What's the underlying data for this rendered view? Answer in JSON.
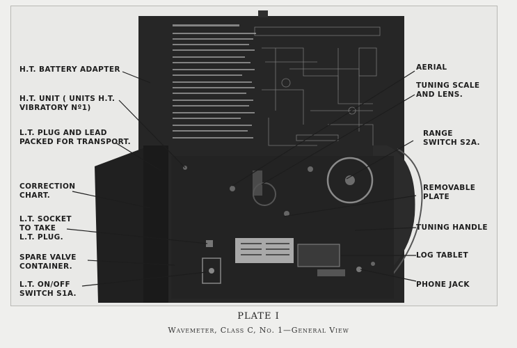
{
  "caption": {
    "plate": "PLATE I",
    "title": "Wavemeter, Class C, No. 1—General View"
  },
  "labels": {
    "ht_battery_adapter": "H.T. BATTERY ADAPTER",
    "ht_unit": [
      "H.T. UNIT ( UNITS H.T.",
      "VIBRATORY Nº1)"
    ],
    "lt_plug_lead": [
      "L.T. PLUG AND LEAD",
      "PACKED FOR TRANSPORT."
    ],
    "correction_chart": [
      "CORRECTION",
      "CHART."
    ],
    "lt_socket": [
      "L.T. SOCKET",
      "TO TAKE",
      "L.T. PLUG."
    ],
    "spare_valve": [
      "SPARE VALVE",
      "CONTAINER."
    ],
    "lt_switch": [
      "L.T. ON/OFF",
      "SWITCH S1A."
    ],
    "aerial": "AERIAL",
    "tuning_scale": [
      "TUNING SCALE",
      "AND LENS."
    ],
    "range_switch": [
      "RANGE",
      "SWITCH S2A."
    ],
    "removable_plate": [
      "REMOVABLE",
      "PLATE"
    ],
    "tuning_handle": "TUNING HANDLE",
    "log_tablet": "LOG TABLET",
    "phone_jack": "PHONE JACK"
  },
  "colors": {
    "paper": "#efefed",
    "plate_background": "#e9e9e7",
    "instrument": "#262626",
    "label_ink": "#1d1d1d"
  }
}
